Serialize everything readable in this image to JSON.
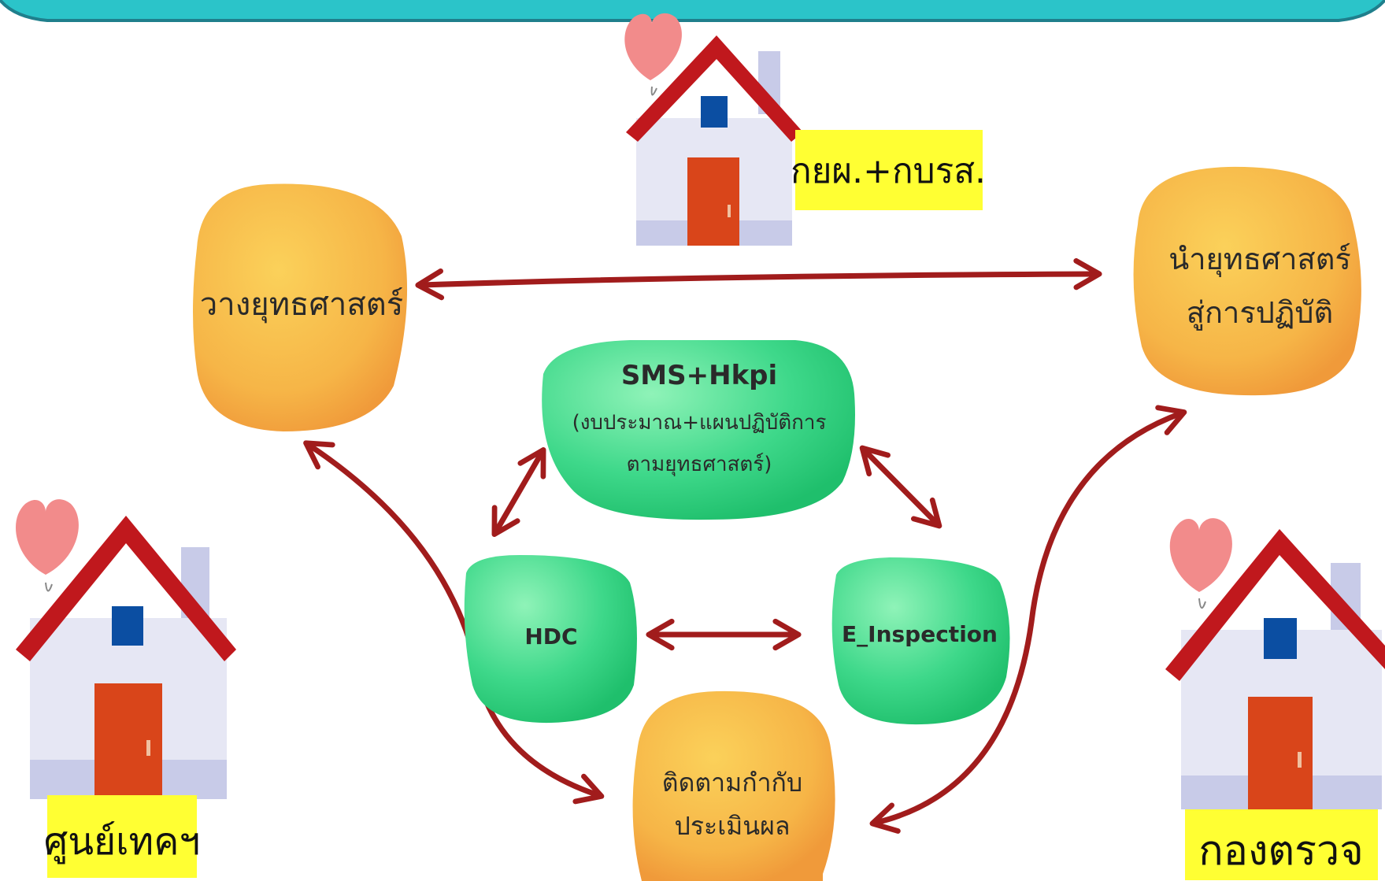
{
  "colors": {
    "banner_border": "#1f8b9b",
    "banner_fill": "#2bc4c9",
    "arrow": "#a11c1c",
    "orange_node": "#f6b547",
    "green_node": "#3ed88a",
    "highlight": "#ffff33",
    "house_wall": "#e6e7f4",
    "house_roof": "#c0181d",
    "house_door": "#d9451a",
    "house_window": "#0b4ea2",
    "heart": "#f28b8b"
  },
  "houses": {
    "top": {
      "label": "กยผ.+กบรส."
    },
    "left": {
      "label": "ศูนย์เทคฯ"
    },
    "right": {
      "label": "กองตรวจ"
    }
  },
  "nodes": {
    "plan": {
      "line1": "วางยุทธศาสตร์"
    },
    "implement": {
      "line1": "นำยุทธศาสตร์",
      "line2": "สู่การปฏิบัติ"
    },
    "sms": {
      "line1": "SMS+Hkpi",
      "line2": "(งบประมาณ+แผนปฏิบัติการ",
      "line3": "ตามยุทธศาสตร์)"
    },
    "hdc": {
      "line1": "HDC"
    },
    "einspection": {
      "line1": "E_Inspection"
    },
    "monitor": {
      "line1": "ติดตามกำกับ",
      "line2": "ประเมินผล"
    }
  }
}
